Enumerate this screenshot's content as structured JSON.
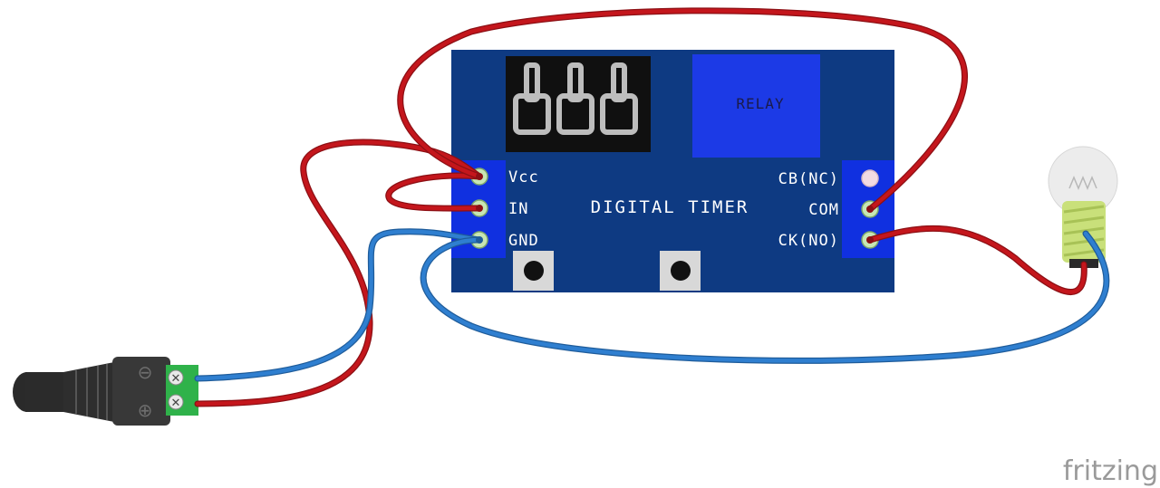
{
  "board": {
    "title": "DIGITAL TIMER",
    "relay_label": "RELAY",
    "display_digits": [
      "8",
      "8",
      "8"
    ],
    "left_pins": [
      "Vcc",
      "IN",
      "GND"
    ],
    "right_pins": [
      "CB(NC)",
      "COM",
      "CK(NO)"
    ],
    "colors": {
      "board": "#0e3a82",
      "terminal": "#1030e0",
      "relay": "#1c3ae6",
      "display": "#101010"
    }
  },
  "dc_jack": {
    "terminal_symbols": [
      "⊖",
      "⊕"
    ],
    "screw_symbols": [
      "✕",
      "✕"
    ],
    "colors": {
      "body": "#3a3a3a",
      "terminal_block": "#2fb24a"
    }
  },
  "lamp": {
    "colors": {
      "glass": "#e8e8e8",
      "base": "#c9e07a"
    }
  },
  "wires": {
    "colors": {
      "positive": "#c4161c",
      "negative": "#2f7fd0"
    }
  },
  "brand": "fritzing"
}
